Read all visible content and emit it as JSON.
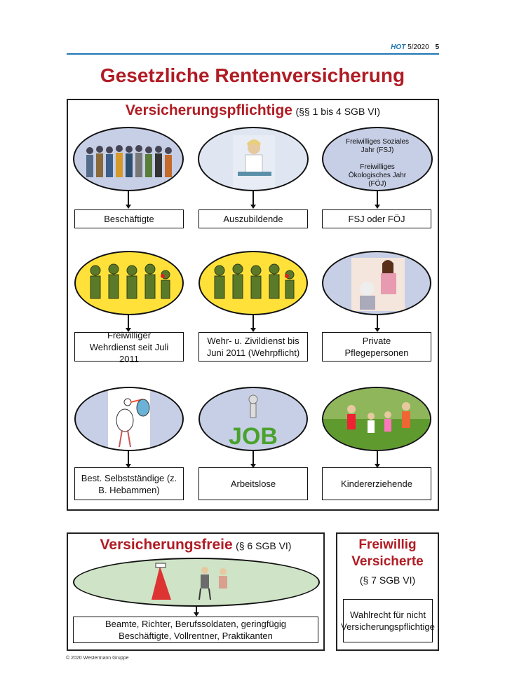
{
  "header": {
    "brand": "HOT",
    "issue": "5/2020",
    "page": "5"
  },
  "title": "Gesetzliche Rentenversicherung",
  "pflicht": {
    "title": "Versicherungspflichtige",
    "ref": "(§§ 1 bis 4 SGB VI)",
    "items": [
      {
        "label": "Beschäftigte"
      },
      {
        "label": "Auszubildende"
      },
      {
        "label": "FSJ oder FÖJ",
        "oval_text_1": "Freiwilliges Soziales Jahr (FSJ)",
        "oval_text_2": "Freiwilliges Ökologisches Jahr (FÖJ)"
      },
      {
        "label": "Freiwilliger Wehrdienst seit Juli 2011"
      },
      {
        "label": "Wehr- u. Zivildienst bis Juni 2011 (Wehrpflicht)"
      },
      {
        "label": "Private Pflegepersonen"
      },
      {
        "label": "Best. Selbstständige (z. B. Hebammen)"
      },
      {
        "label": "Arbeitslose",
        "oval_text": "JOB"
      },
      {
        "label": "Kindererziehende"
      }
    ]
  },
  "frei": {
    "title": "Versicherungsfreie",
    "ref": "(§ 6 SGB VI)",
    "label": "Beamte, Richter, Berufssoldaten, geringfügig Beschäftigte, Vollrentner, Praktikanten"
  },
  "freiwillig": {
    "title_1": "Freiwillig",
    "title_2": "Versicherte",
    "ref": "(§ 7 SGB VI)",
    "label": "Wahlrecht für nicht Versicherungspflichtige"
  },
  "footer": "© 2020 Westermann Gruppe",
  "colors": {
    "accent_red": "#b01c24",
    "header_blue": "#1f77b4",
    "oval_blue": "#c7cfe6",
    "oval_yellow": "#ffe13a",
    "oval_green": "#cfe3c6"
  }
}
